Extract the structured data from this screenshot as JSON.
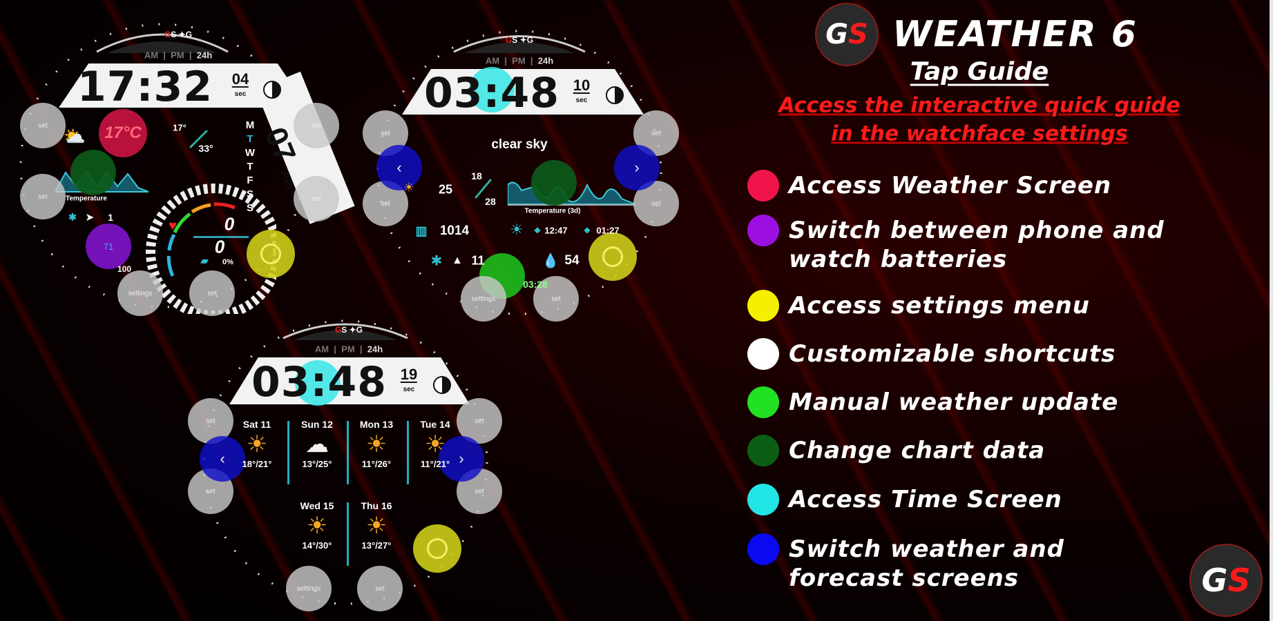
{
  "header": {
    "brand_logo": "GS",
    "title": "WEATHER 6",
    "subtitle": "Tap Guide",
    "note_line1": "Access the interactive quick guide",
    "note_line2": "in the watchface settings"
  },
  "legend": [
    {
      "label": "Access Weather Screen",
      "color": "#f0144a"
    },
    {
      "label": "Switch between phone and watch batteries",
      "color": "#9b10e0"
    },
    {
      "label": "Access settings menu",
      "color": "#f5f000"
    },
    {
      "label": "Customizable shortcuts",
      "color": "#ffffff"
    },
    {
      "label": "Manual weather update",
      "color": "#22e022"
    },
    {
      "label": "Change chart data",
      "color": "#0b5e14"
    },
    {
      "label": "Access Time Screen",
      "color": "#22e6e6"
    },
    {
      "label": "Switch weather and forecast screens",
      "color": "#0a0af0"
    }
  ],
  "tap_labels": {
    "shortcut": "set",
    "settings": "settings",
    "prev": "‹",
    "next": "›"
  },
  "ampm": [
    "AM",
    "PM",
    "24h"
  ],
  "watch1": {
    "time": "17:32",
    "seconds": "04",
    "sec_label": "sec",
    "date": "07",
    "month": "Jun",
    "days": [
      "M",
      "T",
      "W",
      "T",
      "F",
      "S",
      "S"
    ],
    "temp": "17°C",
    "low": "17°",
    "high": "33°",
    "chart_label": "Temperature",
    "wind": "1",
    "battery": "71",
    "battery2": "100",
    "heart": "0",
    "steps": "0",
    "percent": "0%"
  },
  "watch2": {
    "time": "03:48",
    "seconds": "10",
    "sec_label": "sec",
    "condition": "clear sky",
    "temp": "25",
    "low": "18",
    "high": "28",
    "chart_label": "Temperature (3d)",
    "pressure": "1014",
    "sunrise": "12:47",
    "sunset": "01:27",
    "wind": "11",
    "humidity": "54",
    "updated": "03:28"
  },
  "watch3": {
    "time": "03:48",
    "seconds": "19",
    "sec_label": "sec",
    "forecast": [
      {
        "day": "Sat 11",
        "icon": "☀",
        "temps": "18°/21°"
      },
      {
        "day": "Sun 12",
        "icon": "☁",
        "temps": "13°/25°"
      },
      {
        "day": "Mon 13",
        "icon": "☀",
        "temps": "11°/26°"
      },
      {
        "day": "Tue 14",
        "icon": "☀",
        "temps": "11°/21°"
      },
      {
        "day": "Wed 15",
        "icon": "☀",
        "temps": "14°/30°"
      },
      {
        "day": "Thu 16",
        "icon": "☀",
        "temps": "13°/27°"
      }
    ]
  }
}
